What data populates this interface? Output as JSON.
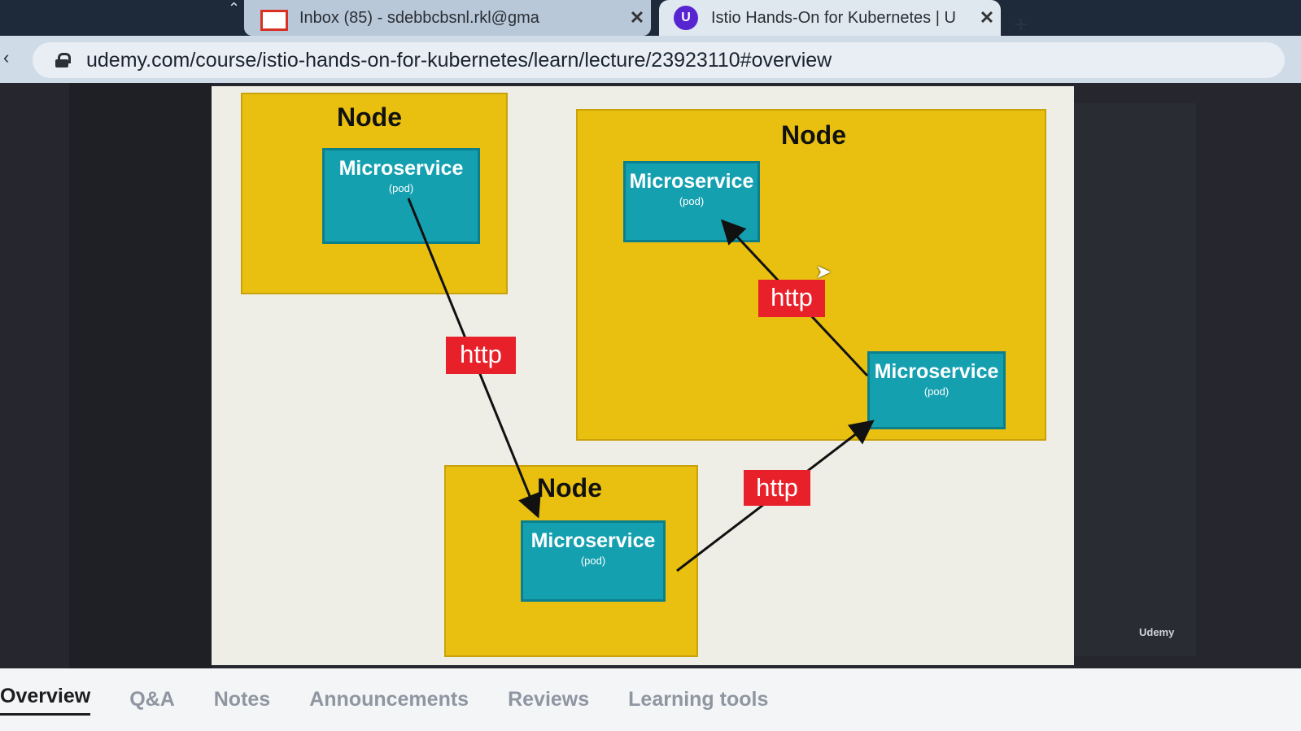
{
  "browser": {
    "tabs": [
      {
        "title": "Inbox (85) - sdebbcbsnl.rkl@gma",
        "icon": "gmail-icon",
        "active": false
      },
      {
        "title": "Istio Hands-On for Kubernetes | U",
        "icon": "udemy-icon",
        "active": true
      }
    ],
    "close_glyph": "✕",
    "new_tab_glyph": "+",
    "url": "udemy.com/course/istio-hands-on-for-kubernetes/learn/lecture/23923110#overview"
  },
  "slide": {
    "nodes": [
      {
        "label": "Node",
        "microservice": {
          "title": "Microservice",
          "sub": "(pod)"
        }
      },
      {
        "label": "Node",
        "microservices": [
          {
            "title": "Microservice",
            "sub": "(pod)"
          },
          {
            "title": "Microservice",
            "sub": "(pod)"
          }
        ]
      },
      {
        "label": "Node",
        "microservice": {
          "title": "Microservice",
          "sub": "(pod)"
        }
      }
    ],
    "http_labels": [
      "http",
      "http",
      "http"
    ],
    "colors": {
      "node": "#e9c010",
      "microservice": "#15a0b0",
      "http": "#e8202a"
    }
  },
  "course_tabs": [
    "Overview",
    "Q&A",
    "Notes",
    "Announcements",
    "Reviews",
    "Learning tools"
  ]
}
